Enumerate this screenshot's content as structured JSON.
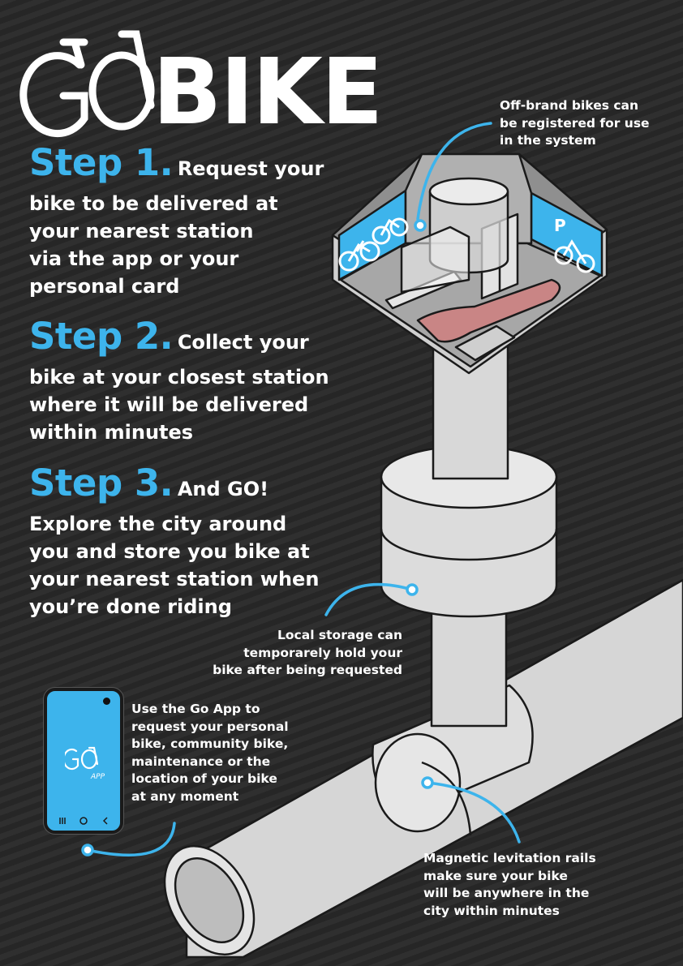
{
  "logo": {
    "go": "GO",
    "bike": "BIKE",
    "app_go": "GO",
    "app_label": "APP"
  },
  "steps": [
    {
      "number": "Step 1.",
      "first": "Request your",
      "lines": [
        "bike to be delivered at",
        "your nearest station",
        "via the app or your",
        "personal card"
      ]
    },
    {
      "number": "Step 2.",
      "first": "Collect your",
      "lines": [
        "bike at your closest station",
        "where it will be delivered",
        "within minutes"
      ]
    },
    {
      "number": "Step 3.",
      "first": "And GO!",
      "lines": [
        "Explore the city around",
        "you and store you bike at",
        "your nearest station when",
        "you’re done riding"
      ]
    }
  ],
  "callouts": {
    "offbrand": [
      "Off-brand bikes can",
      "be registered for use",
      "in the system"
    ],
    "storage": [
      "Local storage can",
      "temporarely hold your",
      "bike after being requested"
    ],
    "app": [
      "Use the Go App to",
      "request your personal",
      "bike,  community bike,",
      "maintenance or the",
      "location of your bike",
      "at any moment"
    ],
    "rails": [
      "Magnetic levitation rails",
      "make sure your bike",
      "will be anywhere in the",
      "city within minutes"
    ]
  },
  "colors": {
    "accent": "#3db4ec",
    "background": "#2b2b2b",
    "structure": "#d9d9d9",
    "outline": "#1a1a1a",
    "conveyor": "#c98585"
  },
  "icons": [
    "bicycle-icon",
    "parking-icon",
    "phone-camera-icon",
    "nav-recent-icon",
    "nav-home-icon",
    "nav-back-icon"
  ]
}
